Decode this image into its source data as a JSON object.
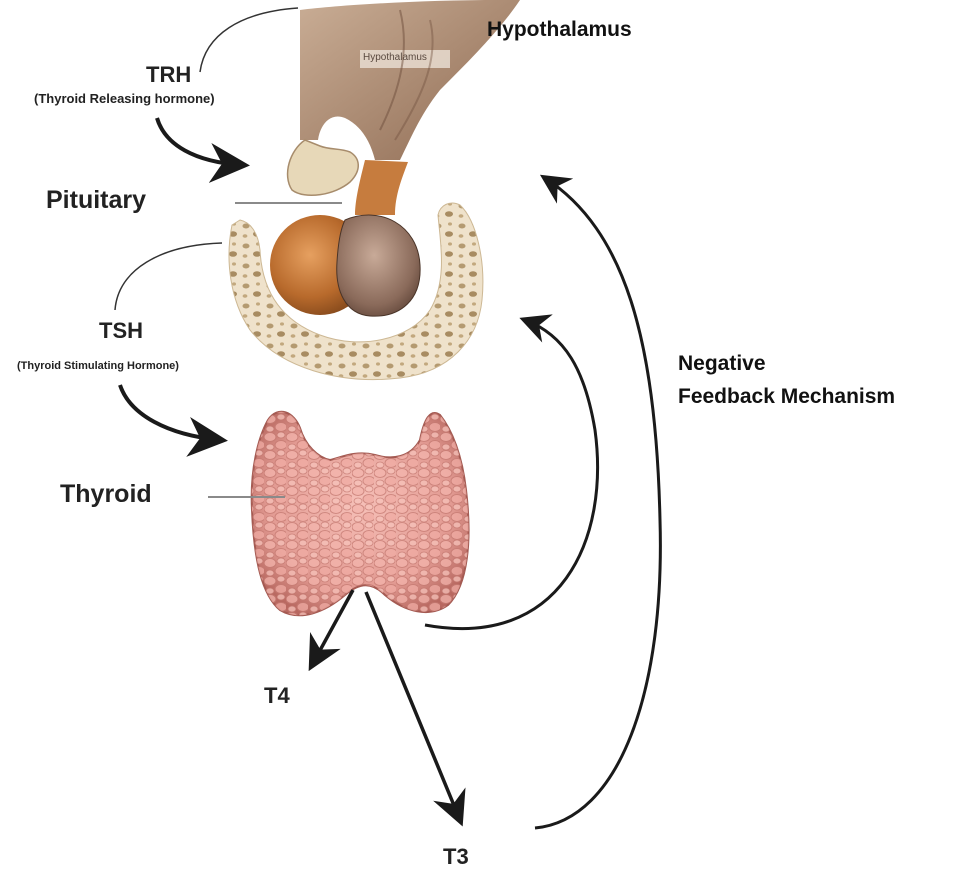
{
  "labels": {
    "hypothalamus": "Hypothalamus",
    "hypothalamus_inset": "Hypothalamus",
    "trh": "TRH",
    "trh_full": "(Thyroid Releasing hormone)",
    "pituitary": "Pituitary",
    "tsh": "TSH",
    "tsh_full": "(Thyroid Stimulating Hormone)",
    "thyroid": "Thyroid",
    "t4": "T4",
    "t3": "T3",
    "feedback_line1": "Negative",
    "feedback_line2": "Feedback Mechanism"
  },
  "colors": {
    "arrow": "#1a1a1a",
    "hypothalamus_tissue": "#a88870",
    "pituitary_anterior": "#c87a3a",
    "pituitary_posterior": "#9a7a6a",
    "bone": "#eadcc4",
    "bone_spots": "#b49a70",
    "thyroid": "#e8a19a"
  }
}
